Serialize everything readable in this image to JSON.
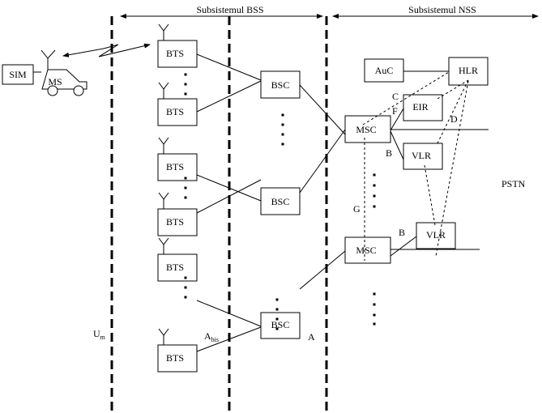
{
  "headers": {
    "bss": "Subsistemul BSS",
    "nss": "Subsistemul NSS"
  },
  "nodes": {
    "sim": "SIM",
    "ms": "MS",
    "bts": "BTS",
    "bsc": "BSC",
    "msc": "MSC",
    "auc": "AuC",
    "hlr": "HLR",
    "eir": "EIR",
    "vlr": "VLR"
  },
  "interfaces": {
    "c": "C",
    "f": "F",
    "d": "D",
    "b": "B",
    "g": "G",
    "a": "A",
    "abis_main": "A",
    "abis_sub": "bis",
    "um_main": "U",
    "um_sub": "m"
  },
  "external": {
    "pstn": "PSTN"
  }
}
